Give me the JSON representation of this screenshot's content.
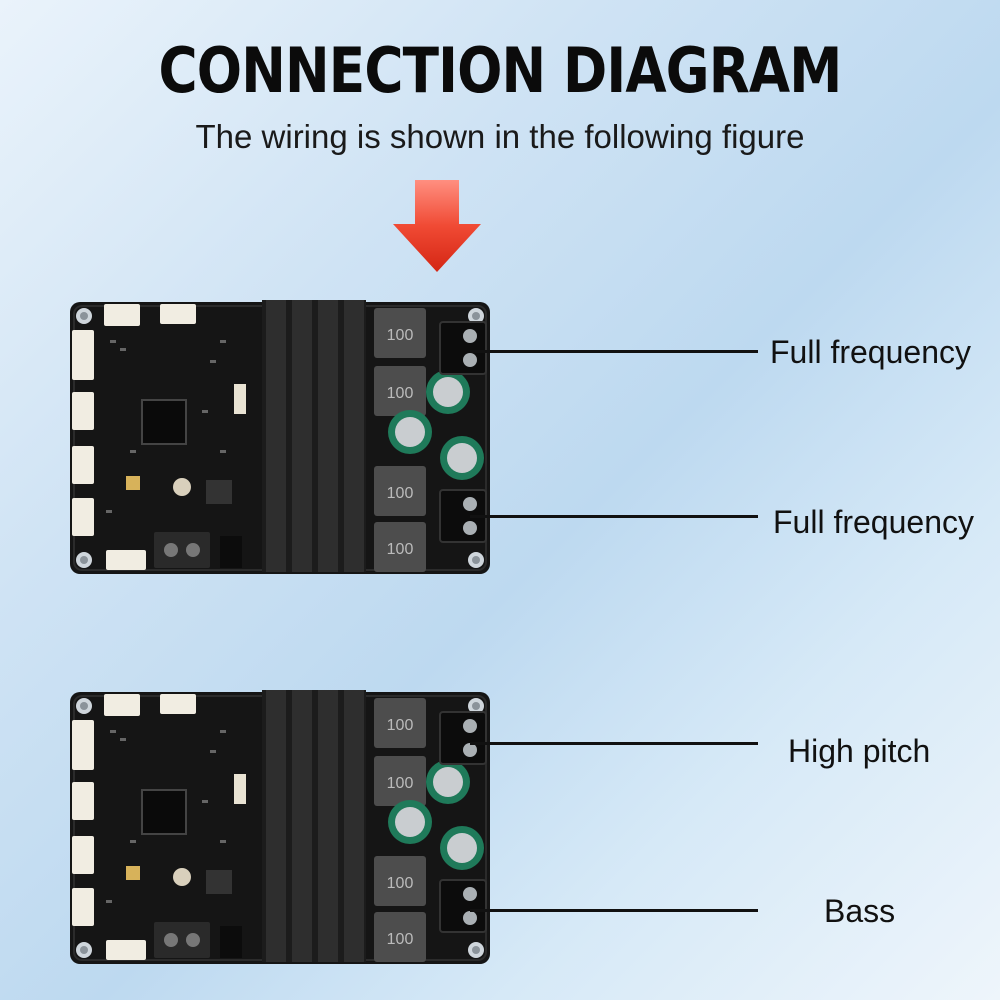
{
  "header": {
    "title": "CONNECTION DIAGRAM",
    "subtitle": "The wiring is shown in the following figure"
  },
  "boards": [
    {
      "name": "board-top",
      "outputs": [
        {
          "label": "Full frequency"
        },
        {
          "label": "Full frequency"
        }
      ]
    },
    {
      "name": "board-bottom",
      "outputs": [
        {
          "label": "High pitch"
        },
        {
          "label": "Bass"
        }
      ]
    }
  ],
  "inductor_marking": "100",
  "colors": {
    "arrow": "#e8321e",
    "pcb": "#141414",
    "heatsink": "#2a2a2a",
    "capacitor": "#1f7a5a",
    "wire": "#111111"
  }
}
